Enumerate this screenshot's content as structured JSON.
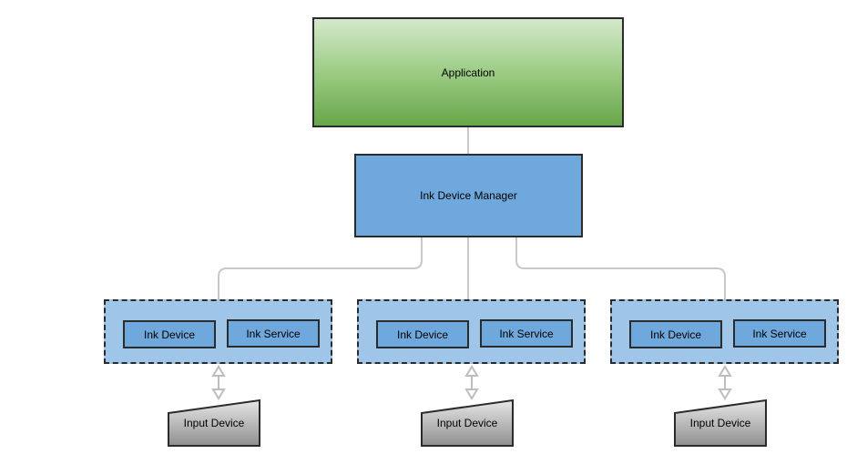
{
  "diagram": {
    "application": "Application",
    "manager": "Ink Device Manager",
    "groups": [
      {
        "device": "Ink Device",
        "service": "Ink Service",
        "input": "Input Device"
      },
      {
        "device": "Ink Device",
        "service": "Ink Service",
        "input": "Input Device"
      },
      {
        "device": "Ink Device",
        "service": "Ink Service",
        "input": "Input Device"
      }
    ]
  },
  "colors": {
    "manager_fill": "#6fa8dc",
    "group_fill": "#9fc5e8",
    "connector": "#c8c8c8",
    "input_fill": "#a6a6a6",
    "application_fill_top": "#d4e8cc",
    "application_fill_bottom": "#67a649"
  }
}
